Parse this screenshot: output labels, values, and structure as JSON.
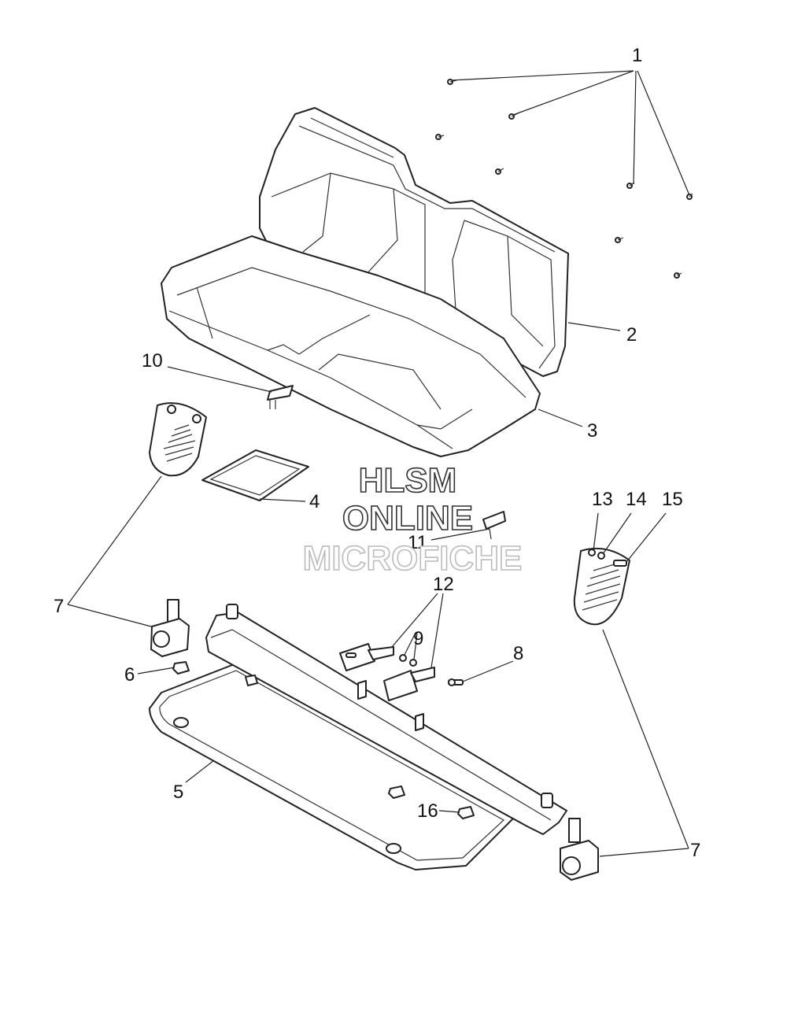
{
  "callouts": {
    "c1": "1",
    "c2": "2",
    "c3": "3",
    "c4": "4",
    "c5": "5",
    "c6": "6",
    "c7a": "7",
    "c7b": "7",
    "c8": "8",
    "c9": "9",
    "c10": "10",
    "c11": "11",
    "c12": "12",
    "c13": "13",
    "c14": "14",
    "c15": "15",
    "c16": "16"
  },
  "watermark": {
    "line1": "HLSM",
    "line2": "ONLINE",
    "line3": "MICROFICHE"
  },
  "colors": {
    "line": "#222222",
    "background": "#ffffff",
    "watermark_outline": "#333333",
    "watermark_faded": "#bbbbbb"
  }
}
